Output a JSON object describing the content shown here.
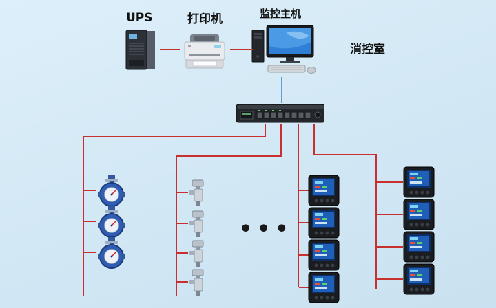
{
  "labels": {
    "ups": "UPS",
    "printer": "打印机",
    "monitor_host": "监控主机",
    "control_room": "消控室",
    "ellipsis": "•••"
  },
  "colors": {
    "line_red": "#c82f2f",
    "line_blue": "#5b9fd8",
    "background_top": "#ddeffa",
    "background_bottom": "#c9e1f0"
  }
}
